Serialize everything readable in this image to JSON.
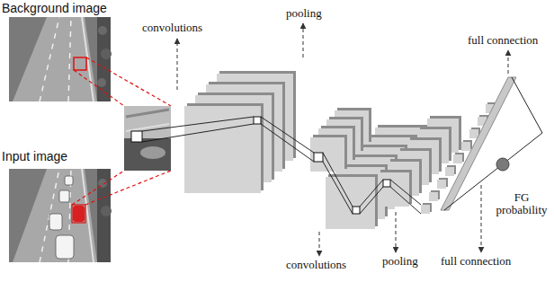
{
  "diagram": {
    "nodes": [
      {
        "text": [
          "Background image"
        ]
      },
      {
        "text": [
          "Input image"
        ]
      }
    ],
    "labels": [
      "convolutions",
      "pooling",
      "full connection",
      "convolutions",
      "pooling",
      "full connection",
      "FG probability"
    ]
  }
}
